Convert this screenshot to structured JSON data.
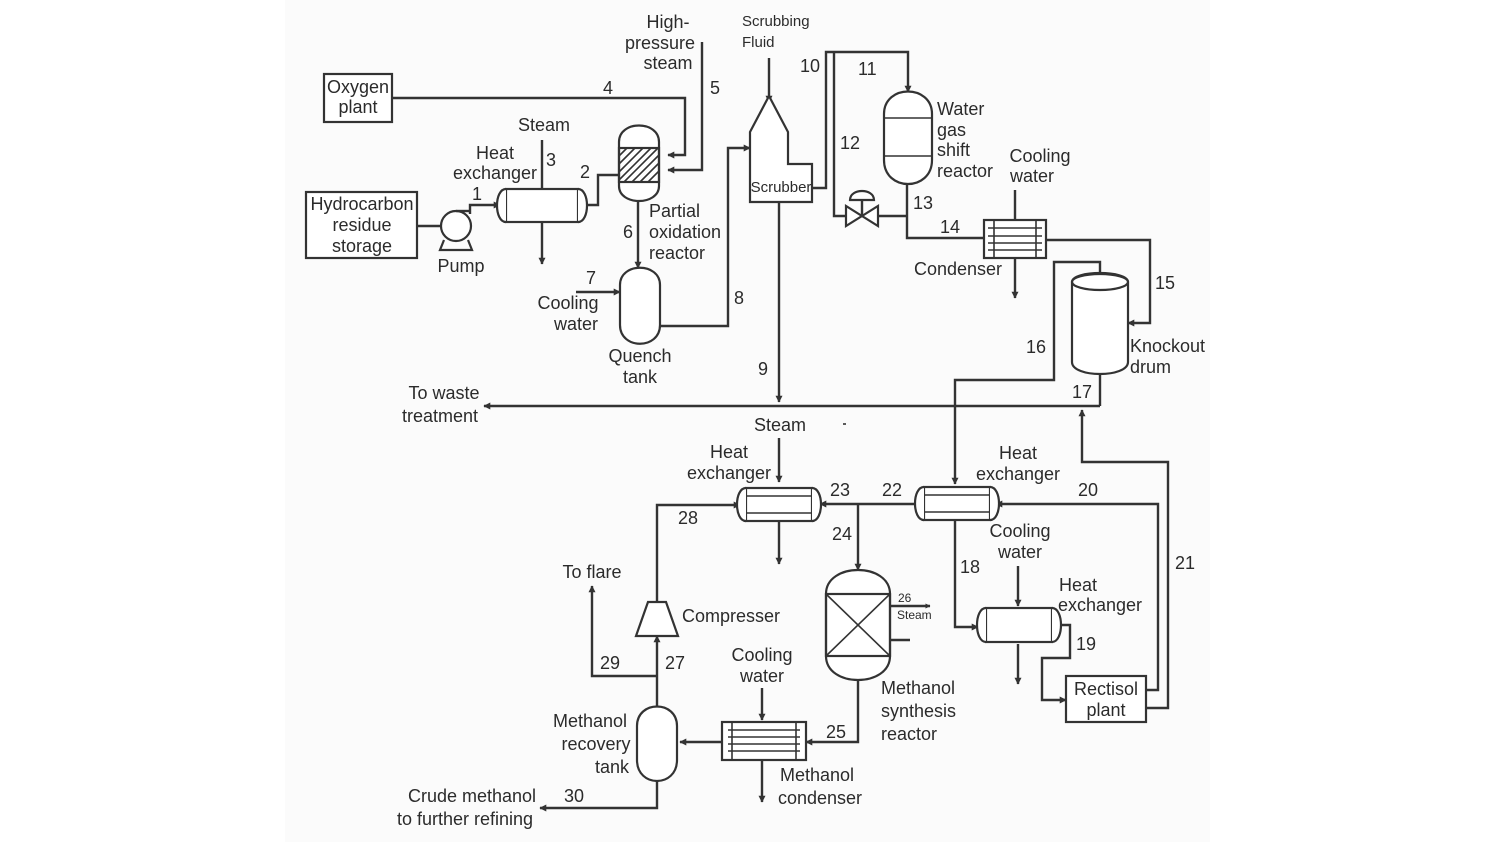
{
  "colors": {
    "line": "#333333",
    "text": "#2b2b2b",
    "paper": "#fbfbfb",
    "background": "#ffffff"
  },
  "labels": {
    "oxygen_plant": [
      "Oxygen",
      "plant"
    ],
    "hydrocarbon_storage": [
      "Hydrocarbon",
      "residue",
      "storage"
    ],
    "pump": "Pump",
    "steam_top": "Steam",
    "heat_exchanger_1": [
      "Heat",
      "exchanger"
    ],
    "high_pressure_steam": [
      "High-",
      "pressure",
      "steam"
    ],
    "scrubbing_fluid": [
      "Scrubbing",
      "Fluid"
    ],
    "partial_oxidation_reactor": [
      "Partial",
      "oxidation",
      "reactor"
    ],
    "cooling_water_quench": [
      "Cooling",
      "water"
    ],
    "quench_tank": [
      "Quench",
      "tank"
    ],
    "scrubber": "Scrubber",
    "water_gas_shift_reactor": [
      "Water",
      "gas",
      "shift",
      "reactor"
    ],
    "cooling_water_condenser": [
      "Cooling",
      "water"
    ],
    "condenser": "Condenser",
    "knockout_drum": [
      "Knockout",
      "drum"
    ],
    "to_waste_treatment": [
      "To waste",
      "treatment"
    ],
    "steam_mid": "Steam",
    "heat_exchanger_2": [
      "Heat",
      "exchanger"
    ],
    "heat_exchanger_3": [
      "Heat",
      "exchanger"
    ],
    "cooling_water_hx4": [
      "Cooling",
      "water"
    ],
    "heat_exchanger_4": [
      "Heat",
      "exchanger"
    ],
    "to_flare": "To flare",
    "compresser": "Compresser",
    "cooling_water_methanol": [
      "Cooling",
      "water"
    ],
    "methanol_synthesis_reactor": [
      "Methanol",
      "synthesis",
      "reactor"
    ],
    "steam_26": "Steam",
    "rectisol_plant": [
      "Rectisol",
      "plant"
    ],
    "methanol_recovery_tank": [
      "Methanol",
      "recovery",
      "tank"
    ],
    "methanol_condenser": [
      "Methanol",
      "condenser"
    ],
    "crude_methanol": [
      "Crude methanol",
      "to further refining"
    ]
  },
  "streams": [
    "1",
    "2",
    "3",
    "4",
    "5",
    "6",
    "7",
    "8",
    "9",
    "10",
    "11",
    "12",
    "13",
    "14",
    "15",
    "16",
    "17",
    "18",
    "19",
    "20",
    "21",
    "22",
    "23",
    "24",
    "25",
    "26",
    "27",
    "28",
    "29",
    "30"
  ]
}
